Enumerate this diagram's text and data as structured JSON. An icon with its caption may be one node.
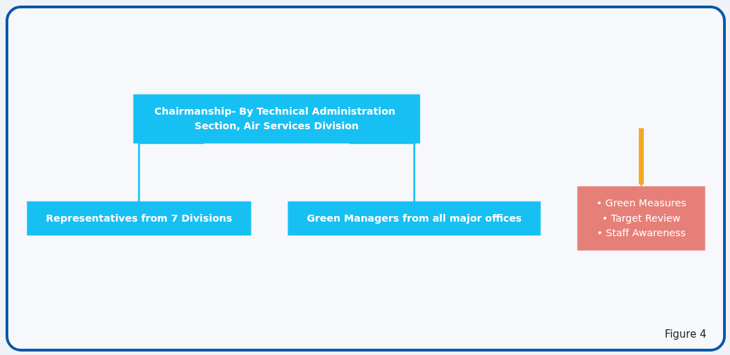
{
  "diagram": {
    "caption": "Figure 4",
    "nodes": [
      {
        "text": [
          "Chairmanship- By Technical Administration Section, Air Services Division"
        ]
      },
      {
        "text": [
          "Representatives from 7 Divisions"
        ]
      },
      {
        "text": [
          "Green Managers from all major offices"
        ]
      },
      {
        "text": [
          "• Green Measures",
          "• Target Review",
          "• Staff Awareness"
        ]
      }
    ],
    "edges": [
      {
        "from": 0,
        "to": 1,
        "arrow": "none"
      },
      {
        "from": 0,
        "to": 2,
        "arrow": "none"
      },
      {
        "from": null,
        "to": 3,
        "arrow": "to",
        "style": "thick",
        "color": "#f5a623"
      }
    ]
  }
}
